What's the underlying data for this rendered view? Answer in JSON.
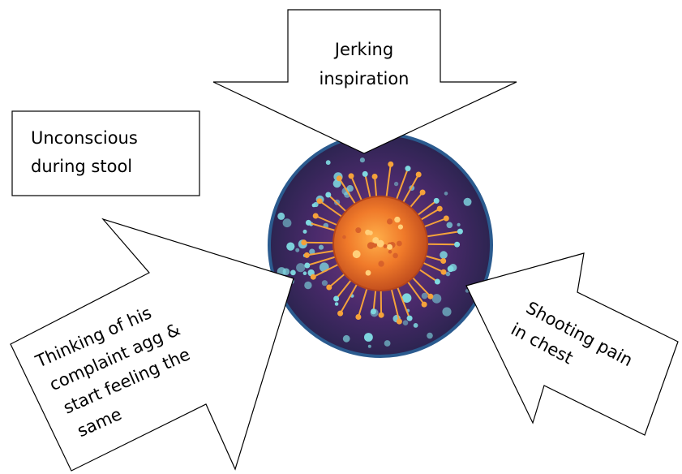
{
  "diagram": {
    "box_top_left": {
      "lines": [
        "Unconscious",
        "during stool"
      ]
    },
    "arrow_top": {
      "lines": [
        "Jerking",
        "inspiration"
      ]
    },
    "arrow_left": {
      "lines": [
        "Thinking of his",
        "complaint agg &",
        "start feeling the",
        "same"
      ]
    },
    "arrow_right": {
      "lines": [
        "Shooting pain",
        "in chest"
      ]
    },
    "center_image": {
      "icon": "coronavirus-icon"
    }
  },
  "colors": {
    "virus_background": "#4a2a6b",
    "virus_core": "#f07a2a",
    "virus_spikes": "#f5a23a",
    "virus_particles": "#7fd8e0",
    "virus_rim": "#2b5b8f"
  }
}
